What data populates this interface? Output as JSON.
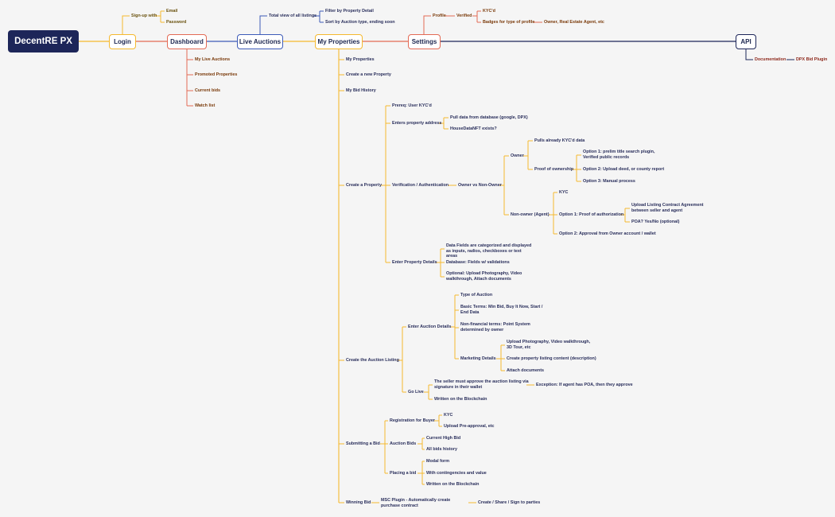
{
  "colors": {
    "background": "#f5f5f5",
    "root_fill": "#1d2659",
    "orange": "#f5b92f",
    "red": "#e36a55",
    "blue": "#3d5bb8",
    "navy": "#1d2659"
  },
  "nodes": {
    "root": "DecentRE PX",
    "login": "Login",
    "dashboard": "Dashboard",
    "live_auctions": "Live Auctions",
    "my_properties": "My Properties",
    "settings": "Settings",
    "api": "API"
  },
  "login": {
    "signup": "Sign-up with",
    "email": "Email",
    "password": "Password"
  },
  "dashboard": {
    "items": [
      "My Live Auctions",
      "Promoted Properties",
      "Current bids",
      "Watch list"
    ]
  },
  "live_auctions": {
    "total": "Total view of all listings",
    "filter": "Filter by Property Detail",
    "sort": "Sort by Auction type, ending soon"
  },
  "settings": {
    "profile": "Profile",
    "verified": "Verified",
    "kyc": "KYC'd",
    "badges": "Badges for type of profile",
    "owner_types": "Owner, Real Estate Agent, etc"
  },
  "api": {
    "documentation": "Documentation",
    "plugin": "DPX Bid Plugin"
  },
  "my_properties": {
    "my_properties": "My Properties",
    "create_new": "Create a new Property",
    "bid_history": "My Bid History",
    "create_property": "Create a Property",
    "prereq": "Prereq: User KYC'd",
    "enters_address": "Enters property address",
    "pull_data": "Pull data from database (google, DPX)",
    "housedata": "HouseDataNFT exists?",
    "verification": "Verification / Authentication",
    "owner_vs": "Owner vs Non-Owner",
    "owner": "Owner",
    "pulls_kyc": "Pulls already KYC'd data",
    "proof_ownership": "Proof of ownership",
    "option1": "Option 1: prelim title search plugin, Verified public records",
    "option2": "Option 2: Upload deed, or county report",
    "option3": "Option 3: Manual process",
    "non_owner": "Non-owner (Agent)",
    "kyc": "KYC",
    "proof_auth": "Option 1: Proof of authorization",
    "upload_listing": "Upload Listing Contract Agreement between seller and agent",
    "poa": "POA? Yes/No (optional)",
    "approval": "Option 2: Approval from Owner account / wallet",
    "enter_details": "Enter Property Details",
    "data_fields": "Data Fields are categorized and displayed as inputs, radios, checkboxes or text areas",
    "database_fields": "Database: Fields w/ validations",
    "optional_upload": "Optional: Upload Photography, Video walkthrough, Attach documents",
    "create_listing": "Create the Auction Listing",
    "enter_auction": "Enter Auction Details",
    "type_auction": "Type of Auction",
    "basic_terms": "Basic Terms: Min Bid, Buy It Now, Start / End Data",
    "nonfinancial": "Non-financial terms: Point System determined by owner",
    "marketing": "Marketing Details",
    "mk_upload": "Upload Photography, Video walkthrough, 3D Tour, etc",
    "mk_create": "Create property listing content (description)",
    "mk_attach": "Attach documents",
    "go_live": "Go Live",
    "seller_approve": "The seller must approve the auction listing via signature in their wallet",
    "exception": "Exception: If agent has POA, then they approve",
    "written1": "Written on the Blockchain",
    "submitting": "Submitting a Bid",
    "registration": "Registration for Buyer",
    "reg_kyc": "KYC",
    "preapproval": "Upload Pre-approval, etc",
    "auction_bids": "Auction Bids",
    "current_high": "Current High Bid",
    "all_bids": "All bids history",
    "placing": "Placing a bid",
    "modal": "Modal form",
    "contingencies": "With contingencies and value",
    "written2": "Written on the Blockchain",
    "winning": "Winning Bid",
    "msc": "MSC Plugin - Automatically create purchase contract",
    "create_share": "Create / Share / Sign to parties"
  }
}
